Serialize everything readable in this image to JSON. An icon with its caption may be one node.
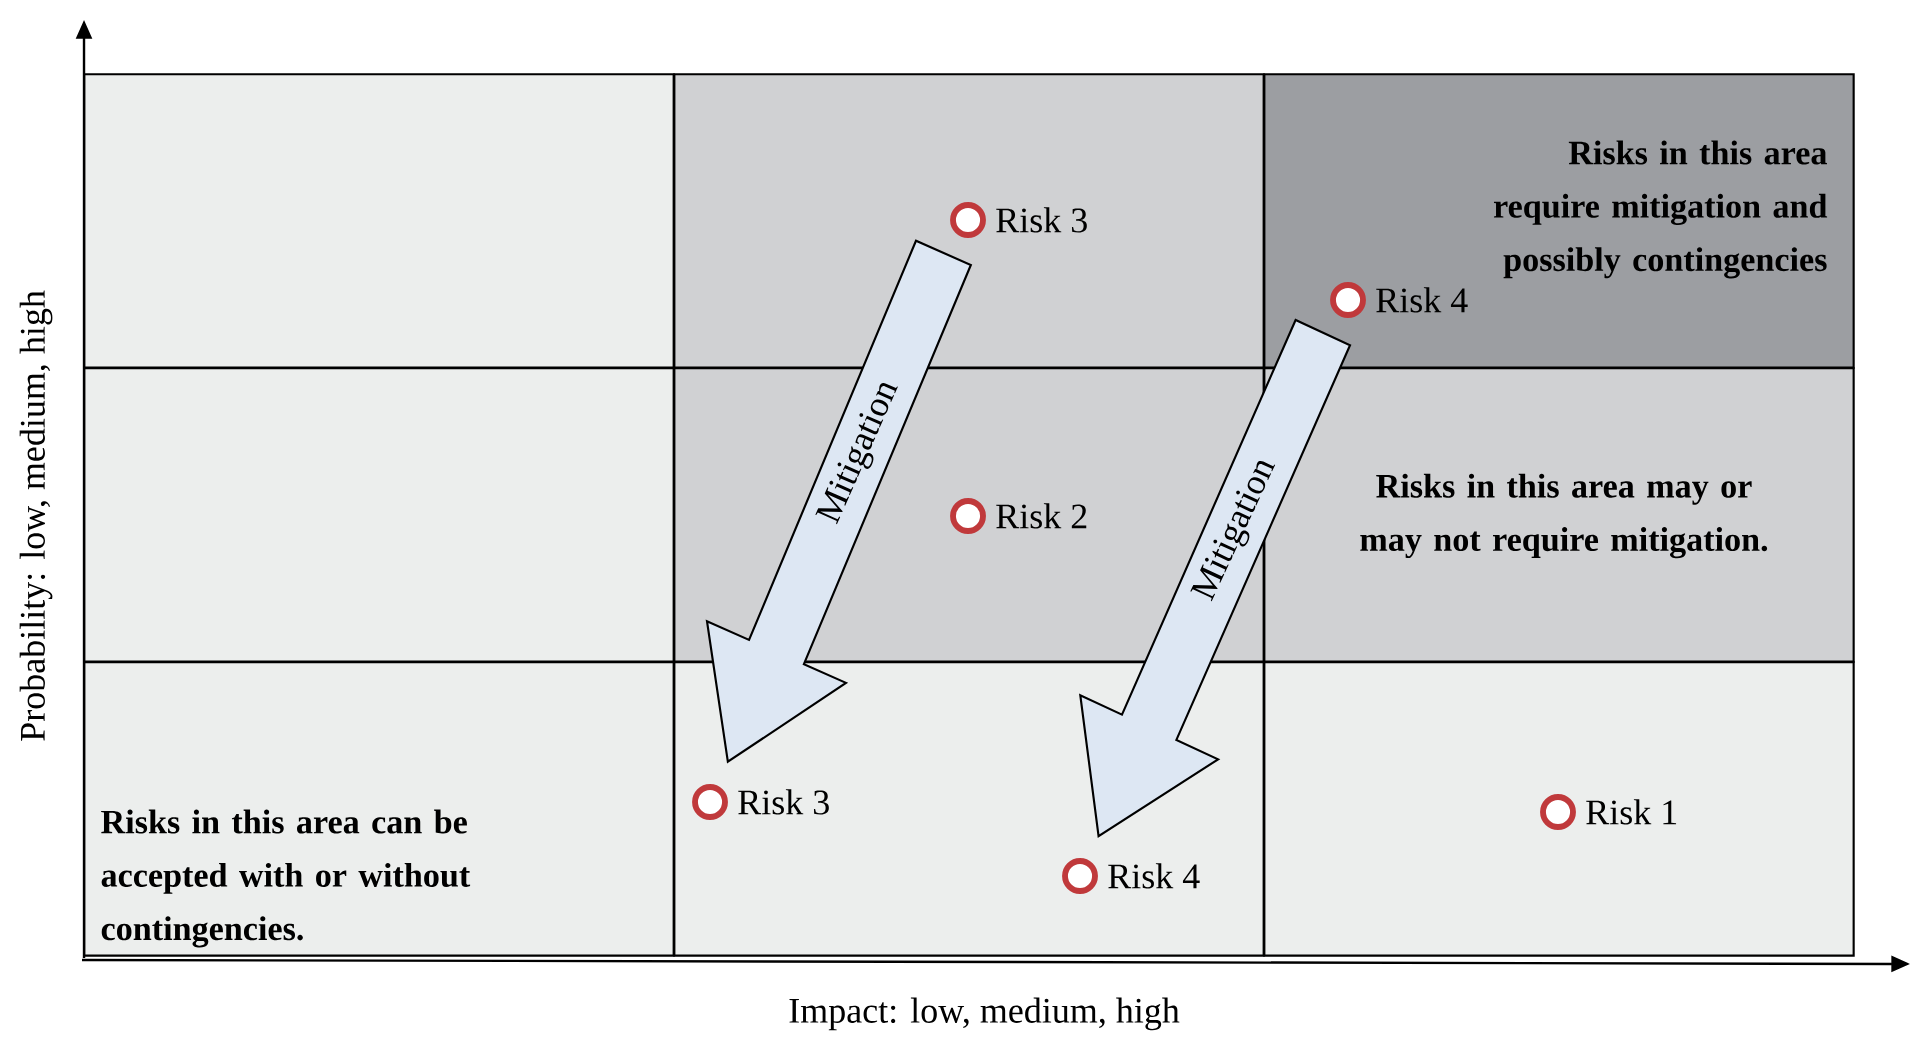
{
  "diagram": {
    "nodes": [
      {
        "text": [],
        "shape": "box"
      },
      {
        "text": [],
        "shape": "box"
      },
      {
        "text": [
          "Risks in this area require mitigation and possibly contingencies"
        ]
      },
      {
        "text": [],
        "shape": "box"
      },
      {
        "text": [],
        "shape": "box"
      },
      {
        "text": [
          "Risks in this area may or may not require mitigation."
        ]
      },
      {
        "text": [
          "Risks in this area can be accepted with or without contingencies."
        ]
      },
      {
        "text": [],
        "shape": "box"
      },
      {
        "text": [],
        "shape": "box"
      },
      {
        "text": [
          "Risk 3"
        ],
        "in": 1
      },
      {
        "text": [
          "Risk 4"
        ],
        "in": 2
      },
      {
        "text": [
          "Risk 2"
        ],
        "in": 4
      },
      {
        "text": [
          "Risk 3"
        ],
        "in": 7
      },
      {
        "text": [
          "Risk 1"
        ],
        "in": 8
      },
      {
        "text": [
          "Risk 4"
        ],
        "in": 7
      }
    ],
    "edges": [
      {
        "from": 9,
        "to": 12,
        "arrow": "to",
        "label": "Mitigation"
      },
      {
        "from": 10,
        "to": 14,
        "arrow": "to",
        "label": "Mitigation"
      }
    ],
    "labels": [
      "Probability: low, medium, high",
      "Impact: low, medium, high"
    ]
  }
}
